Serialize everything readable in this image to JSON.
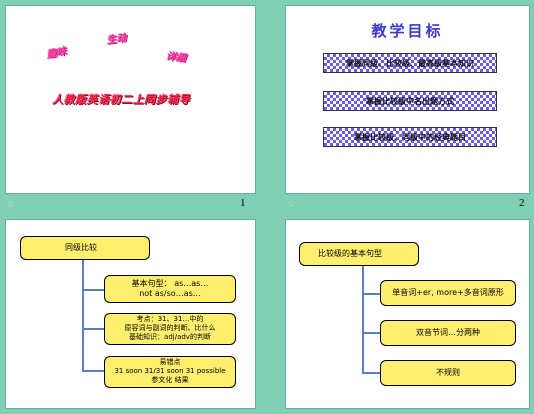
{
  "slides": {
    "s1": {
      "page_num": "1",
      "wordart_1": "趣味",
      "wordart_2": "生动",
      "wordart_3": "详细",
      "title": "人教版英语初二上同步辅导"
    },
    "s2": {
      "page_num": "2",
      "title": "教学目标",
      "items": [
        "掌握同级、比较级、最高级基本知识",
        "掌握比较级中名出题方式",
        "掌握比较级、同级中的经典题目"
      ]
    },
    "s3": {
      "root": "同级比较",
      "box1_line1": "基本句型： as…as…",
      "box1_line2": "not as/so…as…",
      "box2_line1": "考点：31、31…中的",
      "box2_line2": "原容词与副词的判断、比什么",
      "box2_line3": "基础知识：adj/adv的判断",
      "box3_line1": "易错点",
      "box3_line2": "31 soon 31/31 soon 31 possible",
      "box3_line3": "参文化 结果"
    },
    "s4": {
      "root": "比较级的基本句型",
      "box1": "单音词+er, more+多音词原形",
      "box2": "双音节词…分两种",
      "box3": "不规则"
    }
  },
  "colors": {
    "background": "#7fcfb4",
    "box_yellow": "#ffef6e",
    "title_blue": "#3a39c8",
    "wordart_pink": "#ff3ea7",
    "wordart_red": "#ff2a4d"
  }
}
